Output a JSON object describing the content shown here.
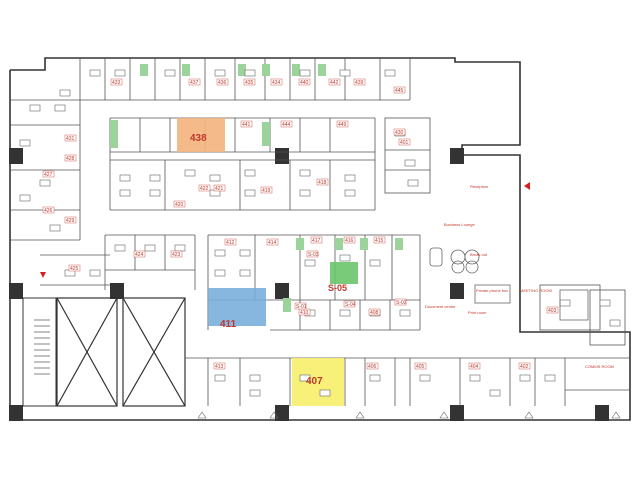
{
  "highlights": [
    {
      "id": "438",
      "label": "438",
      "color": "#f4b37c"
    },
    {
      "id": "411",
      "label": "411",
      "color": "#7aaedb"
    },
    {
      "id": "407",
      "label": "407",
      "color": "#f6ef6a"
    },
    {
      "id": "S-05",
      "label": "S-05",
      "color": "#6ac46a"
    }
  ],
  "room_labels": [
    "433",
    "437",
    "436",
    "435",
    "434",
    "440",
    "442",
    "439",
    "445",
    "441",
    "444",
    "449",
    "430",
    "431",
    "428",
    "427",
    "429",
    "426",
    "425",
    "420",
    "422",
    "421",
    "419",
    "418",
    "417",
    "416",
    "415",
    "424",
    "423",
    "414",
    "412",
    "413",
    "410",
    "408",
    "406",
    "405",
    "404",
    "402",
    "403",
    "401",
    "S-01",
    "S-02",
    "S-03",
    "S-04"
  ],
  "area_labels": {
    "reception": "Reception",
    "business_lounge": "Business Lounge",
    "break_out": "Break out",
    "meeting_room": "MEETING ROOM",
    "comms_room": "COMMS ROOM",
    "document_centre": "Document centre",
    "print_room": "Print room",
    "private_phone": "Private phone box"
  },
  "colors": {
    "wall": "#333333",
    "room_label": "#c0392b",
    "glass": "#9bd39b",
    "column": "#333333",
    "arrow": "#d62020"
  }
}
